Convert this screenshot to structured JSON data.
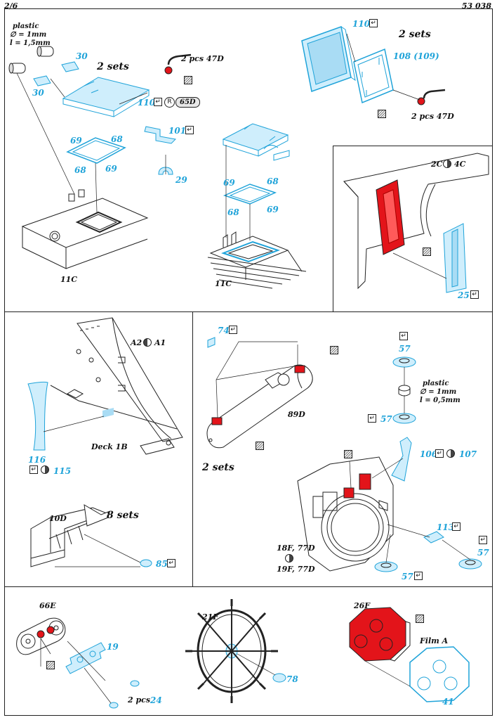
{
  "header": {
    "page": "2/6",
    "code": "53 038"
  },
  "colors": {
    "etch": "#1fa3d9",
    "resin": "#e3141a",
    "line": "#222222"
  },
  "icons": {
    "bend": "bend-icon",
    "paint": "paint-hatch-icon",
    "side": "half-circle-icon"
  },
  "s1": {
    "note": [
      "plastic",
      "∅ = 1mm",
      "l = 1,5mm"
    ],
    "p30a": "30",
    "p30b": "30",
    "sets": "2 sets",
    "pcs47": "2 pcs 47D",
    "p110": "110",
    "p65": "65D",
    "p101": "101",
    "p29": "29",
    "p69a": "69",
    "p68a": "68",
    "p68b": "68",
    "p69b": "69",
    "hull": "11C"
  },
  "s2": {
    "p69a": "69",
    "p68a": "68",
    "p68b": "68",
    "p69b": "69",
    "hull": "11C"
  },
  "s3": {
    "p110": "110",
    "sets": "2 sets",
    "p108": "108 (109)",
    "pcs47": "2 pcs 47D"
  },
  "s4": {
    "ref": "2C",
    "ref2": "4C",
    "p25": "25"
  },
  "s5": {
    "refA": "A2",
    "refB": "A1",
    "p116": "116",
    "p115": "115",
    "deck": "Deck 1B",
    "part": "10D",
    "sets": "8 sets",
    "p85": "85"
  },
  "s6": {
    "p74": "74",
    "hull": "89D",
    "sets": "2 sets"
  },
  "s7": {
    "p57a": "57",
    "note": [
      "plastic",
      "∅ = 1mm",
      "l = 0,5mm"
    ],
    "p57b": "57",
    "p106": "106",
    "p107": "107",
    "p113": "113",
    "p57c": "57",
    "p57d": "57",
    "refs": [
      "18F, 77D",
      "19F, 77D"
    ]
  },
  "s8": {
    "part": "66E",
    "p19": "19",
    "pcs": "2 pcs",
    "p24": "24"
  },
  "s9": {
    "part": "21F",
    "p78": "78"
  },
  "s10": {
    "part": "26F",
    "film": "Film A",
    "p41": "41"
  }
}
